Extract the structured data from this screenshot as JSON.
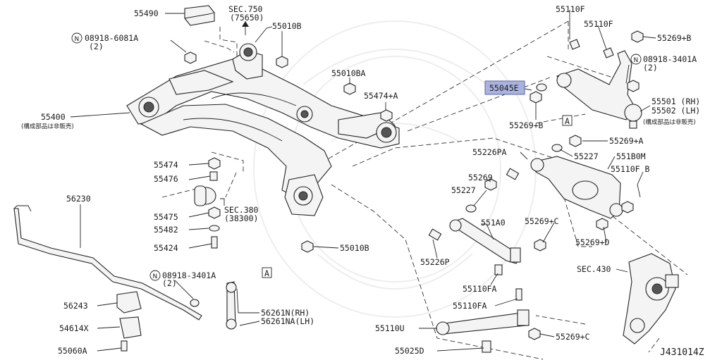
{
  "diagram": {
    "figure_code": "J431014Z",
    "section_ref_a": "A",
    "section_ref_b": "A",
    "labels": {
      "p55490": "55490",
      "sec750": "SEC.750",
      "sec750_sub": "(75650)",
      "p55010b_top": "55010B",
      "n08918_6081a": "08918-6081A",
      "n08918_6081a_qty": "(2)",
      "p55010ba": "55010BA",
      "p55474a": "55474+A",
      "p55400": "55400",
      "p55400_note": "(構成部品は非販売)",
      "p55474": "55474",
      "p55476": "55476",
      "p55475": "55475",
      "p55482": "55482",
      "p55424": "55424",
      "sec380": "SEC.380",
      "sec380_sub": "(38300)",
      "p56230": "56230",
      "n08918_3401a_low": "08918-3401A",
      "n08918_3401a_low_qty": "(2)",
      "p56243": "56243",
      "p54614x": "54614X",
      "p55060a": "55060A",
      "p56261n": "56261N(RH)",
      "p56261na": "56261NA(LH)",
      "p55010b_mid": "55010B",
      "p55110f_top": "55110F",
      "p55110f_2": "55110F",
      "p55269b_top": "55269+B",
      "n08918_3401a_top": "08918-3401A",
      "n08918_3401a_top_qty": "(2)",
      "p55045e": "55045E",
      "p55269b_mid": "55269+B",
      "p55501": "55501 (RH)",
      "p55502": "55502 (LH)",
      "p55501_note": "(構成部品は非販売)",
      "p55269a": "55269+A",
      "p55226pa": "55226PA",
      "p55227_top": "55227",
      "p551b0m": "551B0M",
      "p55269": "55269",
      "p55227_left": "55227",
      "p55110fb": "55110F B",
      "p551a0": "551A0",
      "p55269c_mid": "55269+C",
      "p55269d": "55269+D",
      "p55226p": "55226P",
      "sec430": "SEC.430",
      "p55110fa_1": "55110FA",
      "p55110fa_2": "55110FA",
      "p55110u": "55110U",
      "p55269c_low": "55269+C",
      "p55025d": "55025D"
    }
  }
}
